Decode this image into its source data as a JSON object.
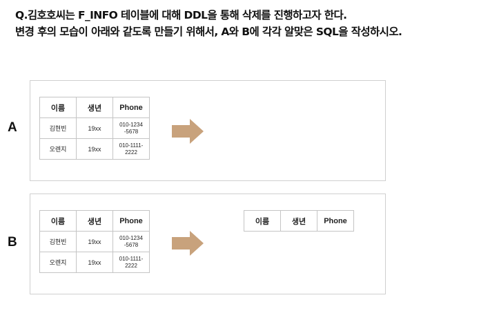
{
  "question": {
    "line1": "Q.김호호씨는 F_INFO 테이블에 대해 DDL을 통해 삭제를 진행하고자 한다.",
    "line2": "변경 후의 모습이 아래와 같도록 만들기 위해서, A와 B에 각각 알맞은 SQL을 작성하시오."
  },
  "sections": {
    "a_label": "A",
    "b_label": "B"
  },
  "table": {
    "headers": [
      "이름",
      "생년",
      "Phone"
    ],
    "rows": [
      [
        "김현빈",
        "19xx",
        "010-1234\n-5678"
      ],
      [
        "오렌지",
        "19xx",
        "010-1111-\n2222"
      ]
    ]
  },
  "arrow_color": "#c8a27c"
}
